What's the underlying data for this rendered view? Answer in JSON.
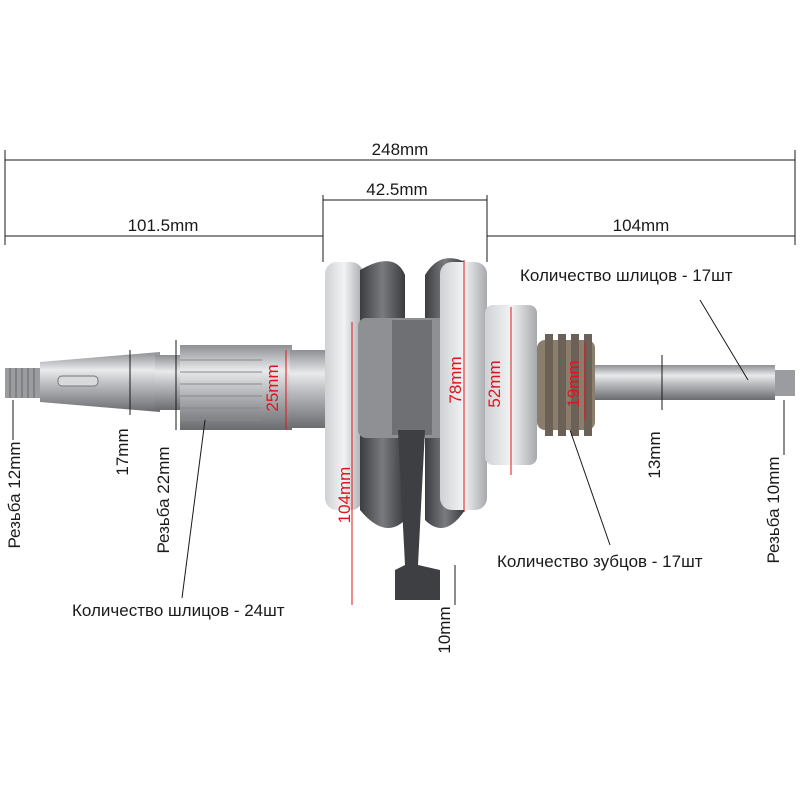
{
  "dimensions": {
    "overall_length": "248mm",
    "crank_width": "42.5mm",
    "left_shaft_length": "101.5mm",
    "right_shaft_length": "104mm",
    "left_thread": "Резьба 12mm",
    "left_shaft_diameter": "17mm",
    "left_spline_thread": "Резьба 22mm",
    "spline_diameter": "25mm",
    "flywheel_diameter": "104mm",
    "counterweight_height": "78mm",
    "bearing_diameter": "52mm",
    "sprocket_diameter": "19mm",
    "right_shaft_diameter": "13mm",
    "right_thread": "Резьба 10mm",
    "rod_end_width": "10mm"
  },
  "notes": {
    "right_splines": "Количество шлицов - 17шт",
    "sprocket_teeth": "Количество зубцов - 17шт",
    "left_splines": "Количество шлицов - 24шт"
  },
  "colors": {
    "dimension_red": "#e0141e",
    "dimension_black": "#1a1a1a"
  }
}
